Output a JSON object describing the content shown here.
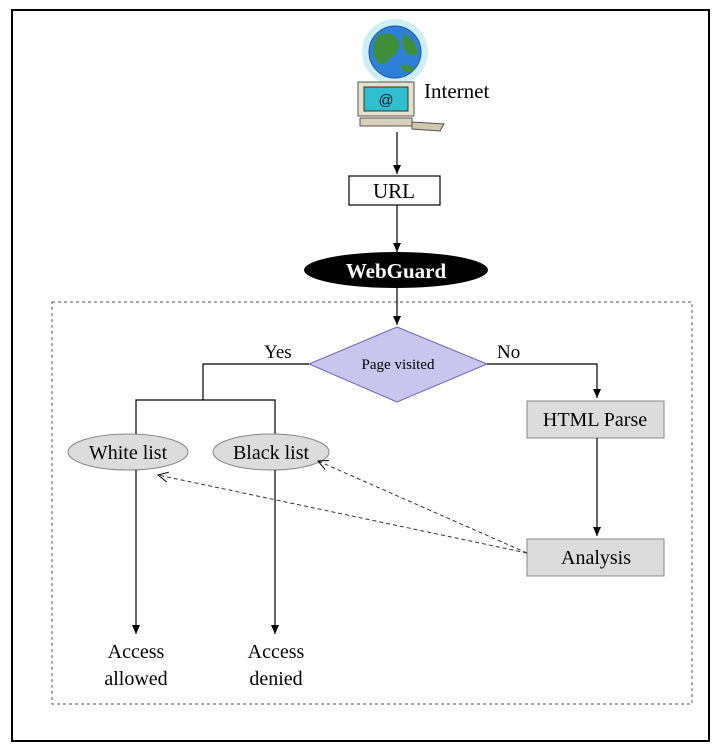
{
  "diagram": {
    "source_label": "Internet",
    "url_box": "URL",
    "webguard": "WebGuard",
    "decision": "Page visited",
    "yes_label": "Yes",
    "no_label": "No",
    "white_list": "White list",
    "black_list": "Black list",
    "html_parse": "HTML Parse",
    "analysis": "Analysis",
    "access_allowed_line1": "Access",
    "access_allowed_line2": "allowed",
    "access_denied_line1": "Access",
    "access_denied_line2": "denied"
  },
  "colors": {
    "decision_fill": "#c9c6ee",
    "box_fill": "#dcdcdc",
    "ellipse_fill": "#dcdcdc",
    "webguard_fill": "#000000",
    "globe_ocean": "#2f7fd6",
    "globe_land": "#3f8f3a",
    "monitor_screen": "#2fbfcf"
  }
}
